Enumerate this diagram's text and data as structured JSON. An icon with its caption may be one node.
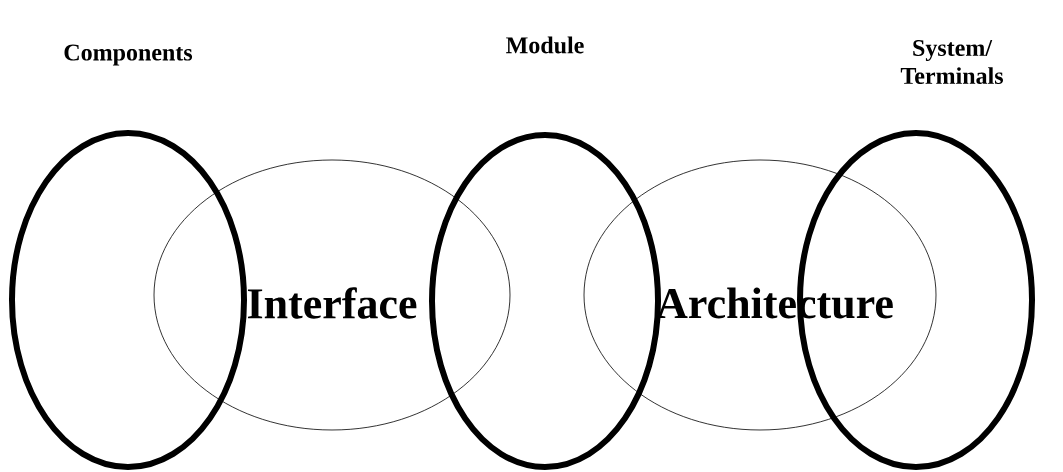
{
  "diagram": {
    "nodes": [
      {
        "text": [
          "Components"
        ]
      },
      {
        "text": [
          "Interface"
        ]
      },
      {
        "text": [
          "Module"
        ]
      },
      {
        "text": [
          "Architecture"
        ]
      },
      {
        "text": [
          "System/ Terminals"
        ]
      }
    ]
  }
}
